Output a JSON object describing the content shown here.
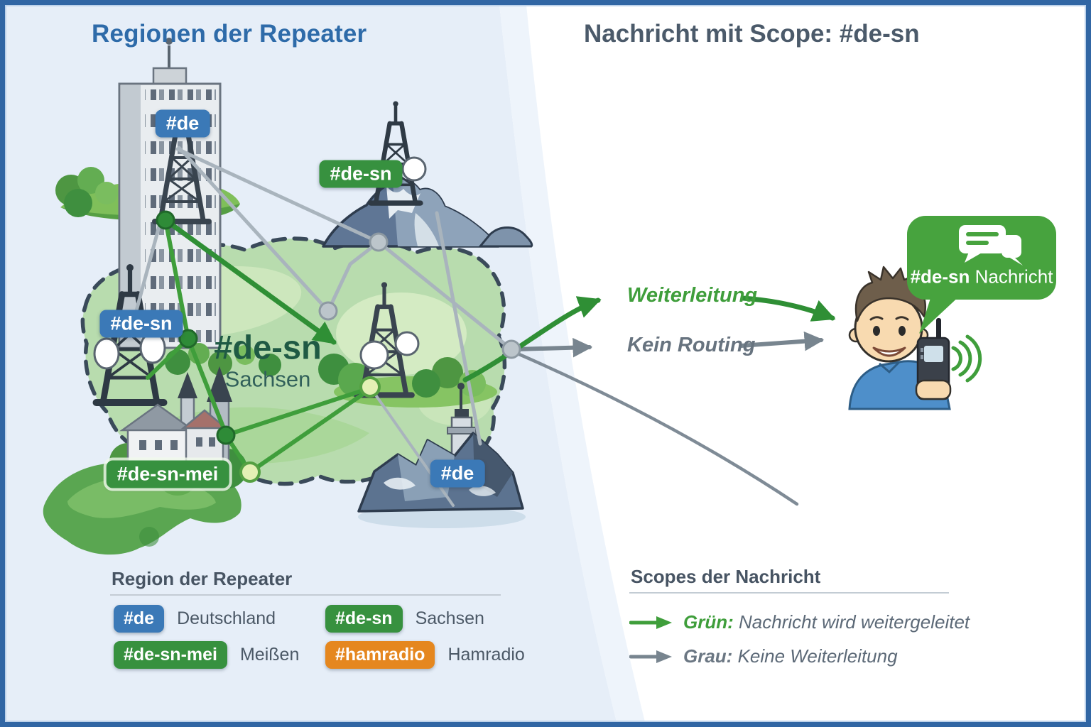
{
  "titles": {
    "left": "Regionen der Repeater",
    "right": "Nachricht mit Scope: #de-sn"
  },
  "map": {
    "badge_de_city": "#de",
    "badge_desn_mountain": "#de-sn",
    "badge_desn_tower": "#de-sn",
    "badge_desnmei": "#de-sn-mei",
    "badge_de_lighthouse": "#de",
    "region": {
      "tag": "#de-sn",
      "name": "Sachsen"
    }
  },
  "flows": {
    "forward": "Weiterleitung",
    "none": "Kein Routing"
  },
  "bubble": {
    "scope": "#de-sn",
    "label": "Nachricht"
  },
  "legend_regions": {
    "title": "Region der Repeater",
    "items": [
      {
        "tag": "#de",
        "name": "Deutschland",
        "color": "blue"
      },
      {
        "tag": "#de-sn",
        "name": "Sachsen",
        "color": "green"
      },
      {
        "tag": "#de-sn-mei",
        "name": "Meißen",
        "color": "green"
      },
      {
        "tag": "#hamradio",
        "name": "Hamradio",
        "color": "orange"
      }
    ]
  },
  "legend_scopes": {
    "title": "Scopes der Nachricht",
    "items": [
      {
        "key": "Grün:",
        "desc": "Nachricht wird weitergeleitet",
        "color": "green"
      },
      {
        "key": "Grau:",
        "desc": "Keine Weiterleitung",
        "color": "gray"
      }
    ]
  },
  "colors": {
    "frame_blue": "#3166a4",
    "panel_blue": "#e6eef8",
    "accent_green": "#3f9e3b",
    "accent_gray": "#78858f",
    "badge_blue": "#3b79b7",
    "badge_green": "#37913f",
    "badge_orange": "#e5871f",
    "region_fill": "#b8dcae",
    "bubble_green": "#47a33e"
  }
}
